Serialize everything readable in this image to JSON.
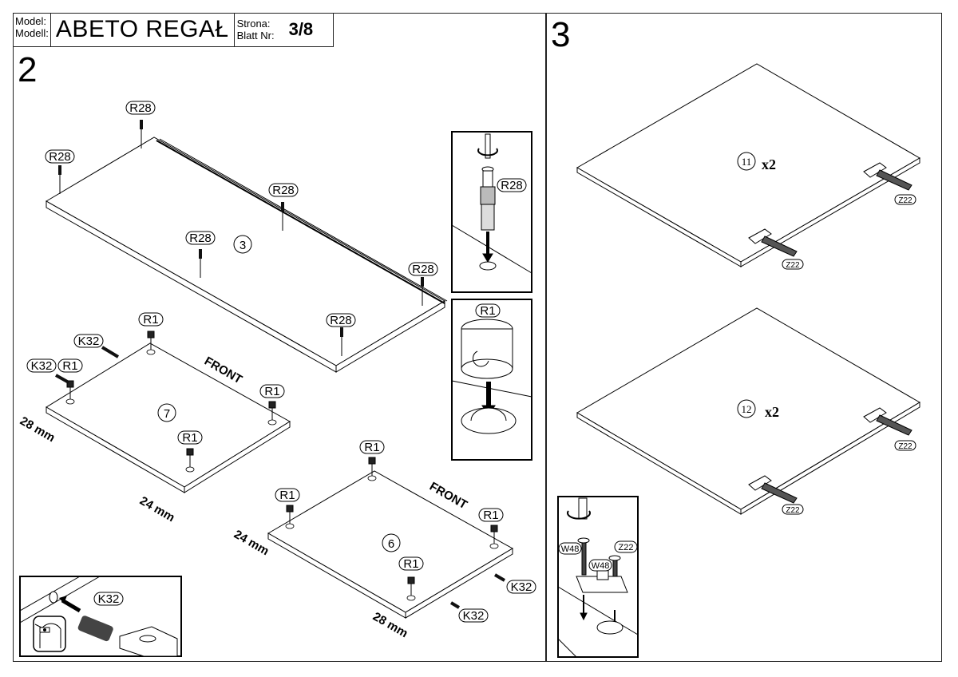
{
  "title_block": {
    "model_label_pl": "Model:",
    "model_label_de": "Modell:",
    "model_name": "ABETO REGAŁ",
    "page_label_pl": "Strona:",
    "page_label_de": "Blatt Nr:",
    "page_number": "3/8"
  },
  "step2": {
    "number": "2",
    "top_panel": {
      "part_number": "3",
      "fittings": [
        "R28",
        "R28",
        "R28",
        "R28",
        "R28",
        "R28"
      ]
    },
    "panel_7": {
      "part_number": "7",
      "front_label": "FRONT",
      "fittings": [
        "R1",
        "R1",
        "R1",
        "R1"
      ],
      "dowels": [
        "K32",
        "K32"
      ],
      "dimension_back": "28 mm",
      "dimension_front": "24 mm"
    },
    "panel_6": {
      "part_number": "6",
      "front_label": "FRONT",
      "fittings": [
        "R1",
        "R1",
        "R1",
        "R1"
      ],
      "dowels": [
        "K32",
        "K32"
      ],
      "dimension_back": "24 mm",
      "dimension_front": "28 mm"
    },
    "detail_r28": {
      "label": "R28",
      "icon": "cam-bolt-screw-icon"
    },
    "detail_r1": {
      "label": "R1",
      "icon": "cam-lock-icon"
    },
    "detail_k32": {
      "label": "K32",
      "icon": "wooden-dowel-icon",
      "safety_icon": "safety-glasses-icon"
    }
  },
  "step3": {
    "number": "3",
    "door_11": {
      "part_number": "11",
      "quantity": "x2",
      "hinges": [
        "Z22",
        "Z22"
      ]
    },
    "door_12": {
      "part_number": "12",
      "quantity": "x2",
      "hinges": [
        "Z22",
        "Z22"
      ]
    },
    "detail_hinge": {
      "screw_label_1": "W48",
      "screw_label_2": "W48",
      "hinge_label": "Z22",
      "icon": "hinge-screw-icon"
    }
  }
}
